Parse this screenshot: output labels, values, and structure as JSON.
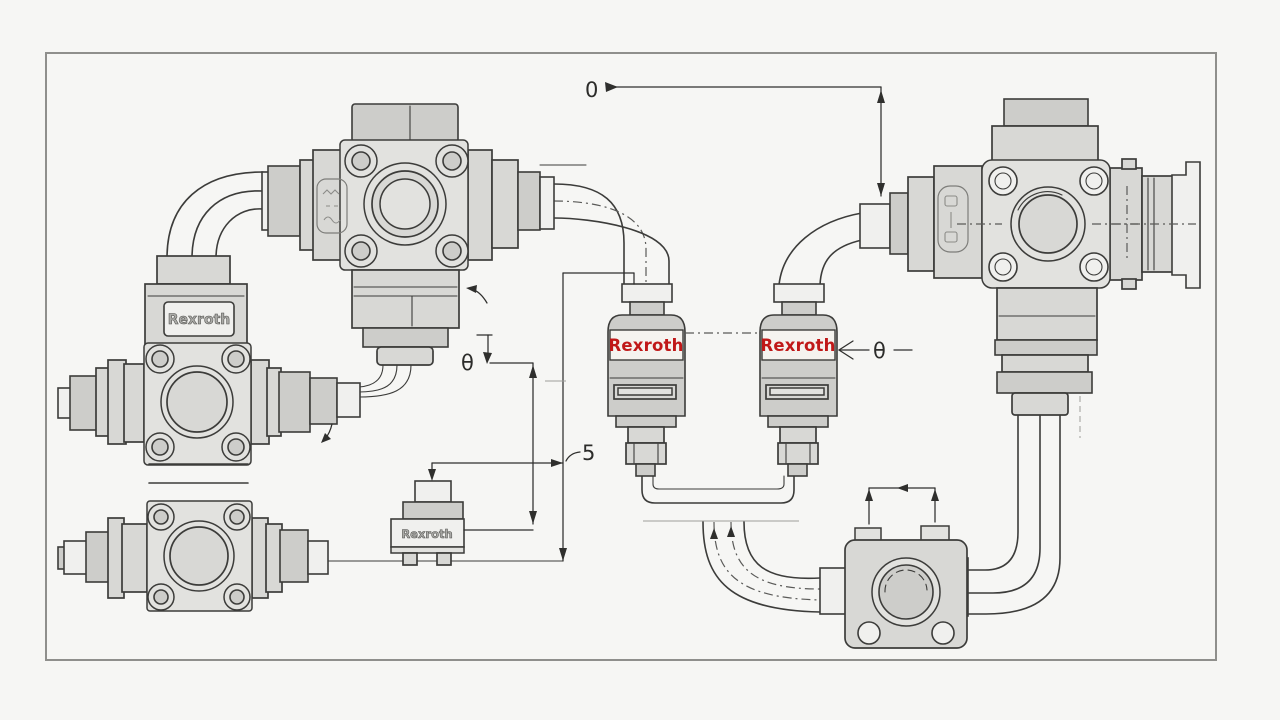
{
  "drawing": {
    "labels": {
      "dim_zero": "0",
      "theta_left": "θ",
      "theta_right": "θ",
      "dim_five": "5",
      "brand_solenoid": "Rexroth",
      "brand_cylinder_1": "Rexroth",
      "brand_cylinder_2": "Rexroth",
      "brand_small_block": "Rexroth"
    },
    "colors": {
      "background": "#f6f6f4",
      "frame": "#8f8f8c",
      "line": "#3c3c3a",
      "dim": "#2f2f2d",
      "gray1": "#d8d8d5",
      "gray2": "#cdcdca",
      "gray3": "#e2e2df",
      "light": "#f0f0ee",
      "red": "#c01818"
    }
  }
}
